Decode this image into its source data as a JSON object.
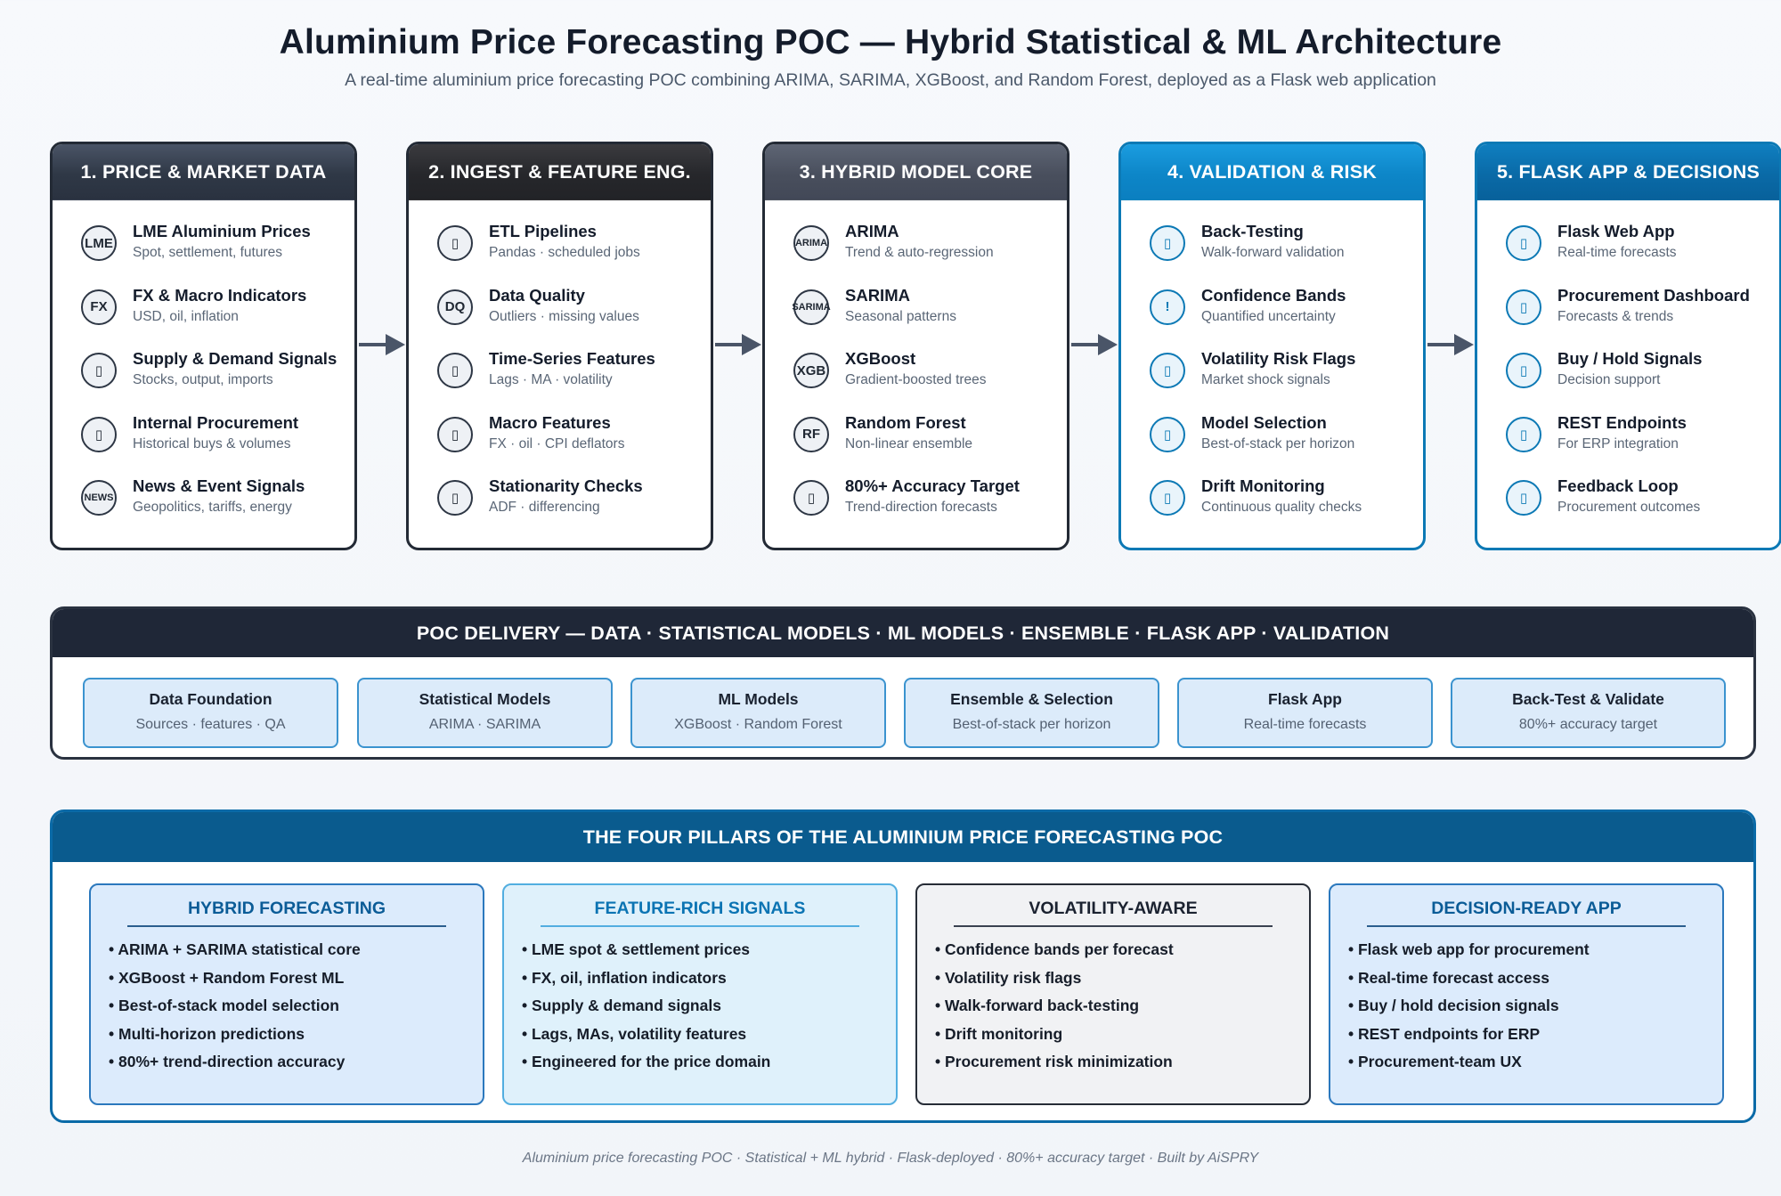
{
  "title": "Aluminium Price Forecasting POC — Hybrid Statistical & ML Architecture",
  "subtitle": "A real-time aluminium price forecasting POC combining ARIMA, SARIMA, XGBoost, and Random Forest, deployed as a Flask web application",
  "stages": [
    {
      "header": "1. PRICE & MARKET DATA",
      "items": [
        {
          "icon": "LME",
          "icon_name": "lme-text-icon",
          "title": "LME Aluminium Prices",
          "subtitle": "Spot, settlement, futures"
        },
        {
          "icon": "FX",
          "icon_name": "fx-text-icon",
          "title": "FX & Macro Indicators",
          "subtitle": "USD, oil, inflation"
        },
        {
          "icon": "▯",
          "icon_name": "placeholder-glyph-icon",
          "title": "Supply & Demand Signals",
          "subtitle": "Stocks, output, imports"
        },
        {
          "icon": "▯",
          "icon_name": "placeholder-glyph-icon",
          "title": "Internal Procurement",
          "subtitle": "Historical buys & volumes"
        },
        {
          "icon": "NEWS",
          "icon_name": "news-text-icon",
          "title": "News & Event Signals",
          "subtitle": "Geopolitics, tariffs, energy"
        }
      ]
    },
    {
      "header": "2. INGEST & FEATURE ENG.",
      "items": [
        {
          "icon": "▯",
          "icon_name": "placeholder-glyph-icon",
          "title": "ETL Pipelines",
          "subtitle": "Pandas · scheduled jobs"
        },
        {
          "icon": "DQ",
          "icon_name": "dq-text-icon",
          "title": "Data Quality",
          "subtitle": "Outliers · missing values"
        },
        {
          "icon": "▯",
          "icon_name": "placeholder-glyph-icon",
          "title": "Time-Series Features",
          "subtitle": "Lags · MA · volatility"
        },
        {
          "icon": "▯",
          "icon_name": "placeholder-glyph-icon",
          "title": "Macro Features",
          "subtitle": "FX · oil · CPI deflators"
        },
        {
          "icon": "▯",
          "icon_name": "placeholder-glyph-icon",
          "title": "Stationarity Checks",
          "subtitle": "ADF · differencing"
        }
      ]
    },
    {
      "header": "3. HYBRID MODEL CORE",
      "items": [
        {
          "icon": "ARIMA",
          "icon_name": "arima-text-icon",
          "title": "ARIMA",
          "subtitle": "Trend & auto-regression"
        },
        {
          "icon": "SARIMA",
          "icon_name": "sarima-text-icon",
          "title": "SARIMA",
          "subtitle": "Seasonal patterns"
        },
        {
          "icon": "XGB",
          "icon_name": "xgb-text-icon",
          "title": "XGBoost",
          "subtitle": "Gradient-boosted trees"
        },
        {
          "icon": "RF",
          "icon_name": "rf-text-icon",
          "title": "Random Forest",
          "subtitle": "Non-linear ensemble"
        },
        {
          "icon": "▯",
          "icon_name": "placeholder-glyph-icon",
          "title": "80%+ Accuracy Target",
          "subtitle": "Trend-direction forecasts"
        }
      ]
    },
    {
      "header": "4. VALIDATION & RISK",
      "items": [
        {
          "icon": "▯",
          "icon_name": "placeholder-glyph-icon",
          "title": "Back-Testing",
          "subtitle": "Walk-forward validation"
        },
        {
          "icon": "!",
          "icon_name": "exclamation-icon",
          "title": "Confidence Bands",
          "subtitle": "Quantified uncertainty"
        },
        {
          "icon": "▯",
          "icon_name": "placeholder-glyph-icon",
          "title": "Volatility Risk Flags",
          "subtitle": "Market shock signals"
        },
        {
          "icon": "▯",
          "icon_name": "placeholder-glyph-icon",
          "title": "Model Selection",
          "subtitle": "Best-of-stack per horizon"
        },
        {
          "icon": "▯",
          "icon_name": "placeholder-glyph-icon",
          "title": "Drift Monitoring",
          "subtitle": "Continuous quality checks"
        }
      ]
    },
    {
      "header": "5. FLASK APP & DECISIONS",
      "items": [
        {
          "icon": "▯",
          "icon_name": "placeholder-glyph-icon",
          "title": "Flask Web App",
          "subtitle": "Real-time forecasts"
        },
        {
          "icon": "▯",
          "icon_name": "placeholder-glyph-icon",
          "title": "Procurement Dashboard",
          "subtitle": "Forecasts & trends"
        },
        {
          "icon": "▯",
          "icon_name": "placeholder-glyph-icon",
          "title": "Buy / Hold Signals",
          "subtitle": "Decision support"
        },
        {
          "icon": "▯",
          "icon_name": "placeholder-glyph-icon",
          "title": "REST Endpoints",
          "subtitle": "For ERP integration"
        },
        {
          "icon": "▯",
          "icon_name": "placeholder-glyph-icon",
          "title": "Feedback Loop",
          "subtitle": "Procurement outcomes"
        }
      ]
    }
  ],
  "delivery": {
    "header": "POC DELIVERY — DATA · STATISTICAL MODELS · ML MODELS · ENSEMBLE · FLASK APP · VALIDATION",
    "cards": [
      {
        "title": "Data Foundation",
        "subtitle": "Sources · features · QA"
      },
      {
        "title": "Statistical Models",
        "subtitle": "ARIMA · SARIMA"
      },
      {
        "title": "ML Models",
        "subtitle": "XGBoost · Random Forest"
      },
      {
        "title": "Ensemble & Selection",
        "subtitle": "Best-of-stack per horizon"
      },
      {
        "title": "Flask App",
        "subtitle": "Real-time forecasts"
      },
      {
        "title": "Back-Test & Validate",
        "subtitle": "80%+ accuracy target"
      }
    ]
  },
  "pillars": {
    "header": "THE FOUR PILLARS OF THE ALUMINIUM PRICE FORECASTING POC",
    "cards": [
      {
        "title": "HYBRID FORECASTING",
        "bullets": [
          "• ARIMA + SARIMA statistical core",
          "• XGBoost + Random Forest ML",
          "• Best-of-stack model selection",
          "• Multi-horizon predictions",
          "• 80%+ trend-direction accuracy"
        ]
      },
      {
        "title": "FEATURE-RICH SIGNALS",
        "bullets": [
          "• LME spot & settlement prices",
          "• FX, oil, inflation indicators",
          "• Supply & demand signals",
          "• Lags, MAs, volatility features",
          "• Engineered for the price domain"
        ]
      },
      {
        "title": "VOLATILITY-AWARE",
        "bullets": [
          "• Confidence bands per forecast",
          "• Volatility risk flags",
          "• Walk-forward back-testing",
          "• Drift monitoring",
          "• Procurement risk minimization"
        ]
      },
      {
        "title": "DECISION-READY APP",
        "bullets": [
          "• Flask web app for procurement",
          "• Real-time forecast access",
          "• Buy / hold decision signals",
          "• REST endpoints for ERP",
          "• Procurement-team UX"
        ]
      }
    ]
  },
  "footer": "Aluminium price forecasting POC · Statistical + ML hybrid · Flask-deployed · 80%+ accuracy target · Built by AiSPRY",
  "colors": {
    "dark": "#232a35",
    "blue": "#0c79b5",
    "pillar_header": "#0a5b8e",
    "arrow": "#4a5568"
  }
}
